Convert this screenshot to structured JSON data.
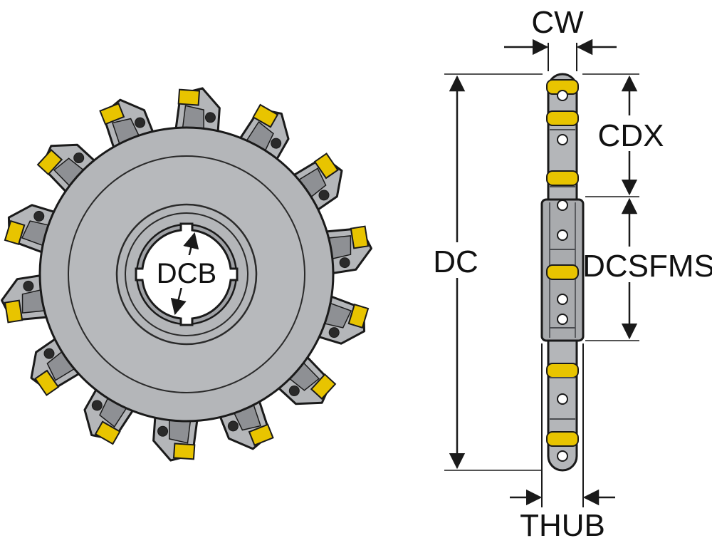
{
  "labels": {
    "dcb": "DCB",
    "cw": "CW",
    "cdx": "CDX",
    "dc": "DC",
    "dcsfms": "DCSFMS",
    "thub": "THUB"
  },
  "colors": {
    "body": "#b4b6b9",
    "body_dark": "#8e9094",
    "outline": "#1a1a1a",
    "insert": "#e8c400",
    "insert_dark": "#b89a00",
    "screw": "#2a2a2a",
    "dimension_line": "#1a1a1a"
  },
  "icons": {
    "cutter_face_view": "milling-cutter-face-icon",
    "cutter_side_view": "milling-cutter-side-icon"
  }
}
